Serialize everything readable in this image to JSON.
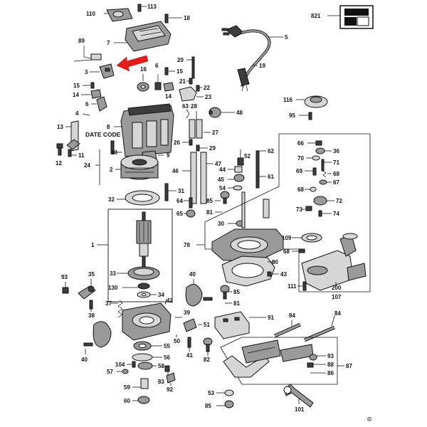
{
  "labels": {
    "p110": "110",
    "p113": "113",
    "p18": "18",
    "p821": "821",
    "p7": "7",
    "p89": "89",
    "p5": "5",
    "p3": "3",
    "p16": "16",
    "p6": "6",
    "p20": "20",
    "p15a": "15",
    "p19": "19",
    "p15b": "15",
    "p21": "21",
    "p22": "22",
    "p14a": "14",
    "p14b": "14",
    "p23": "23",
    "p116": "116",
    "p4": "4",
    "p63": "63",
    "p28": "28",
    "p48": "48",
    "p95": "95",
    "p13": "13",
    "p8": "8",
    "date_code": "DATE CODE",
    "p27": "27",
    "p66": "66",
    "p36": "36",
    "p26": "26",
    "p29": "29",
    "p62": "62",
    "p12": "12",
    "p10": "10",
    "p11": "11",
    "p9": "9",
    "p52": "52",
    "p70": "70",
    "p71": "71",
    "p24": "24",
    "p2": "2",
    "p46": "46",
    "p47": "47",
    "p44": "44",
    "p69": "69",
    "p68a": "68",
    "p45": "45",
    "p61": "61",
    "p67": "67",
    "p54": "54",
    "p68b": "68",
    "p31": "31",
    "p32": "32",
    "p64": "64",
    "p85a": "85",
    "p72": "72",
    "p81a": "81",
    "p65": "65",
    "p73": "73",
    "p74": "74",
    "p30": "30",
    "p109": "109",
    "p1": "1",
    "p78": "78",
    "p68c": "68",
    "p80": "80",
    "p33": "33",
    "p43": "43",
    "p93a": "93",
    "p35": "35",
    "p40a": "40",
    "p130": "130",
    "p34": "34",
    "p111": "111",
    "p200": "200",
    "p107": "107",
    "p85b": "85",
    "p38": "38",
    "p37": "37",
    "p81b": "81",
    "p42": "42",
    "p39": "39",
    "p91": "91",
    "p84a": "84",
    "p84b": "84",
    "p55": "55",
    "p51": "51",
    "p50": "50",
    "p41": "41",
    "p40b": "40",
    "p56": "56",
    "p82": "82",
    "p93b": "93",
    "p87": "87",
    "p104": "104",
    "p58": "58",
    "p57": "57",
    "p83": "83",
    "p88": "88",
    "p86": "86",
    "p59": "59",
    "p92": "92",
    "p60": "60",
    "p53": "53",
    "p85c": "85",
    "p101": "101",
    "copyright": "©"
  }
}
